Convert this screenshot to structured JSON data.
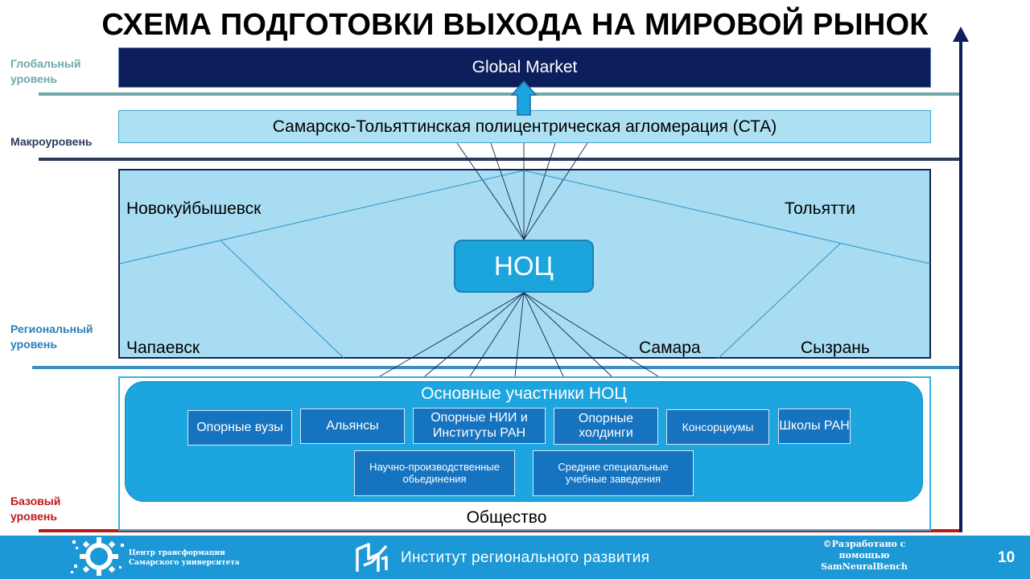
{
  "title": "СХЕМА ПОДГОТОВКИ ВЫХОДА НА МИРОВОЙ РЫНОК",
  "levels": {
    "global": "Глобальный уровень",
    "macro": "Макроуровень",
    "regional": "Региональный уровень",
    "base": "Базовый уровень"
  },
  "boxes": {
    "global_market": "Global Market",
    "sta": "Самарско-Тольяттинская полицентрическая агломерация (СТА)",
    "noc": "НОЦ"
  },
  "cities": {
    "novokuybyshevsk": "Новокуйбышевск",
    "tolyatti": "Тольятти",
    "chapaevsk": "Чапаевск",
    "samara": "Самара",
    "syzran": "Сызрань"
  },
  "participants": {
    "title": "Основные участники НОЦ",
    "items": [
      "Опорные вузы",
      "Альянсы",
      "Опорные НИИ и Институты РАН",
      "Опорные холдинги",
      "Консорциумы",
      "Школы РАН",
      "Научно-производственные обьединения",
      "Средние специальные учебные заведения"
    ]
  },
  "society": "Общество",
  "footer": {
    "left_org": "Центр трансформации Самарского университета",
    "center": "Институт регионального развития",
    "right": "©Разработано с помощью SamNeuralBench",
    "page_number": "10"
  },
  "colors": {
    "global_line": "#6fa8a8",
    "macro_line": "#2d3a5c",
    "regional_line": "#3a8fc4",
    "base_line": "#c01818",
    "axis_arrow": "#0e1f5a",
    "global_box": "#0c1f5c",
    "region_fill": "#a7dcf2",
    "participants_fill": "#1ca5de",
    "participant_box": "#1573bf",
    "footer": "#1d98d6"
  },
  "icons": [
    "arrow-up-icon",
    "vertical-axis-arrow-icon",
    "gear-logo-icon",
    "institute-logo-icon"
  ]
}
